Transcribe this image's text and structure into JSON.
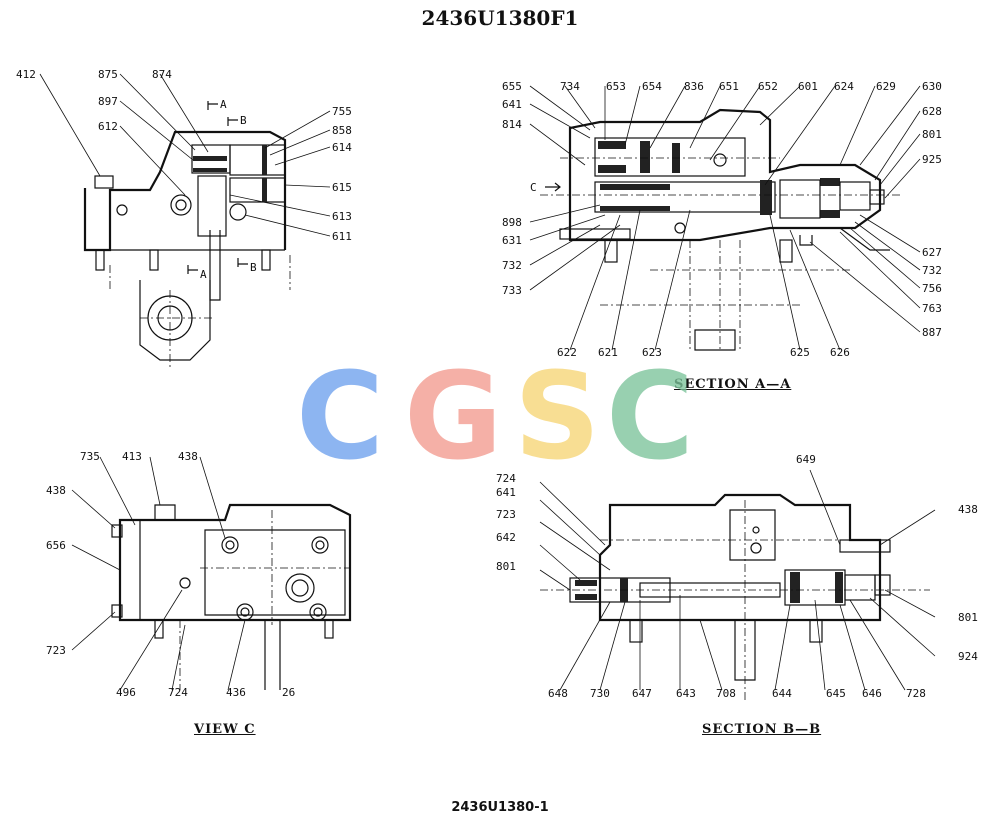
{
  "title": "2436U1380F1",
  "footer": "2436U1380-1",
  "watermark": {
    "letters": [
      {
        "char": "C",
        "color": "#6ea1ee"
      },
      {
        "char": "G",
        "color": "#f39a8f"
      },
      {
        "char": "S",
        "color": "#f7d575"
      },
      {
        "char": "C",
        "color": "#7cc39a"
      }
    ]
  },
  "views": {
    "top_left": {
      "labels": [
        "412",
        "875",
        "874",
        "897",
        "612",
        "755",
        "858",
        "614",
        "615",
        "613",
        "611"
      ],
      "markers": [
        "A",
        "B",
        "A",
        "B"
      ]
    },
    "section_aa": {
      "caption": "SECTION A—A",
      "labels": [
        "655",
        "734",
        "653",
        "654",
        "836",
        "651",
        "652",
        "601",
        "624",
        "629",
        "630",
        "641",
        "814",
        "628",
        "801",
        "925",
        "898",
        "631",
        "732",
        "733",
        "627",
        "732",
        "756",
        "763",
        "887",
        "622",
        "621",
        "623",
        "625",
        "626"
      ],
      "marker": "C"
    },
    "view_c": {
      "caption": "VIEW  C",
      "labels": [
        "735",
        "413",
        "438",
        "438",
        "656",
        "723",
        "496",
        "724",
        "436",
        "26"
      ]
    },
    "section_bb": {
      "caption": "SECTION B—B",
      "labels": [
        "649",
        "724",
        "641",
        "723",
        "642",
        "801",
        "438",
        "801",
        "924",
        "648",
        "730",
        "647",
        "643",
        "708",
        "644",
        "645",
        "646",
        "728"
      ]
    }
  }
}
